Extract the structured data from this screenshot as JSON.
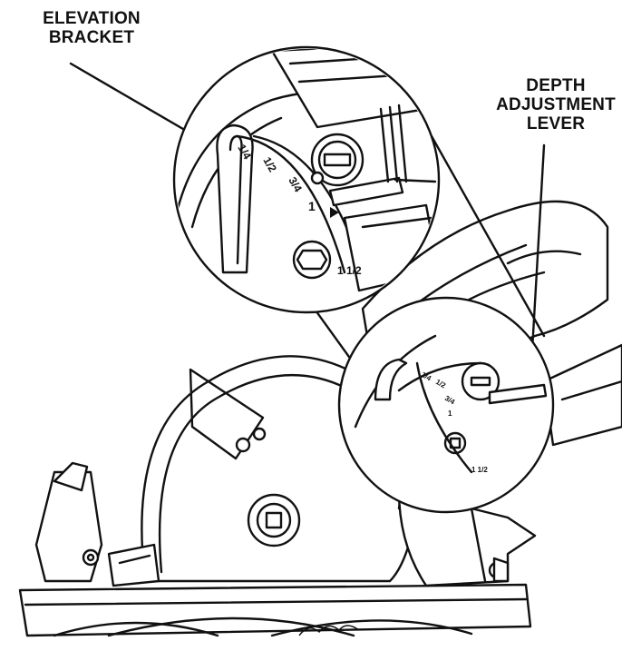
{
  "labels": {
    "elevation_bracket": [
      "ELEVATION",
      "BRACKET"
    ],
    "depth_adjustment_lever": [
      "DEPTH",
      "ADJUSTMENT",
      "LEVER"
    ]
  },
  "scale": {
    "marks_large": [
      "1/4",
      "1/2",
      "3/4",
      "1",
      "1 1/2"
    ],
    "marks_small": [
      "1/4",
      "1/2",
      "3/4",
      "1",
      "1 1/2"
    ]
  },
  "colors": {
    "ink": "#111111",
    "paper": "#ffffff"
  }
}
